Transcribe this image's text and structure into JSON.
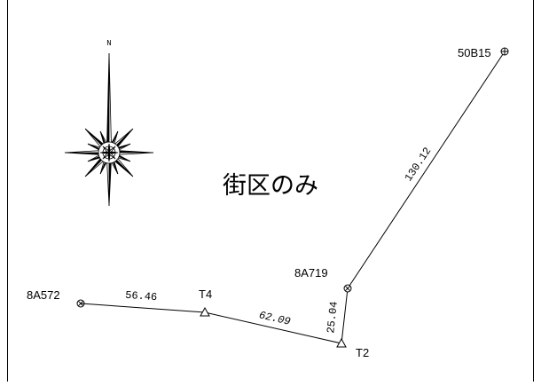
{
  "title": "街区のみ",
  "compass": {
    "north_label": "N"
  },
  "points": [
    {
      "id": "8A572",
      "symbol": "circle-x"
    },
    {
      "id": "T4",
      "symbol": "triangle"
    },
    {
      "id": "T2",
      "symbol": "triangle"
    },
    {
      "id": "8A719",
      "symbol": "circle-x"
    },
    {
      "id": "50B15",
      "symbol": "circle-plus"
    }
  ],
  "segments": [
    {
      "from": "8A572",
      "to": "T4",
      "distance": "56.46"
    },
    {
      "from": "T4",
      "to": "T2",
      "distance": "62.09"
    },
    {
      "from": "T2",
      "to": "8A719",
      "distance": "25.04"
    },
    {
      "from": "8A719",
      "to": "50B15",
      "distance": "130.12"
    }
  ]
}
